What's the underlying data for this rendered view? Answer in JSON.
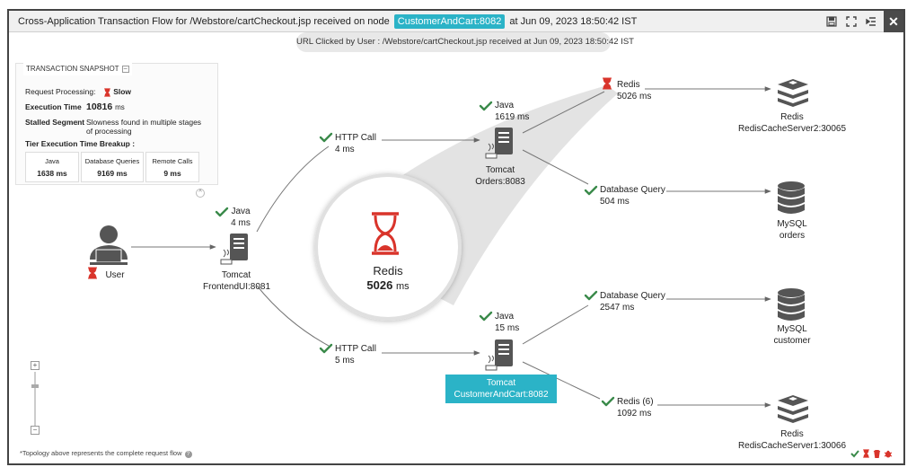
{
  "window": {
    "title_prefix": "Cross-Application Transaction Flow for /Webstore/cartCheckout.jsp received on node",
    "node_badge": "CustomerAndCart:8082",
    "title_suffix": "at Jun 09, 2023 18:50:42 IST",
    "toolbar_icons": [
      "save-icon",
      "expand-icon",
      "indent-icon"
    ],
    "close_label": "✕"
  },
  "url_info": "URL Clicked by User : /Webstore/cartCheckout.jsp received at Jun 09, 2023 18:50:42 IST",
  "snapshot": {
    "title": "TRANSACTION SNAPSHOT",
    "collapse_label": "−",
    "request_label": "Request Processing:",
    "request_value": "Slow",
    "exec_label": "Execution Time",
    "exec_value": "10816",
    "exec_unit": "ms",
    "stalled_label": "Stalled Segment",
    "stalled_sep": ":",
    "stalled_line1": "Slowness found in multiple stages",
    "stalled_line2": "of processing",
    "breakup_label": "Tier Execution Time Breakup :",
    "breakup": [
      {
        "label": "Java",
        "value": "1638 ms"
      },
      {
        "label": "Database Queries",
        "value": "9169 ms"
      },
      {
        "label": "Remote Calls",
        "value": "9 ms"
      }
    ],
    "toggle_label": "^"
  },
  "nodes": {
    "user": "User",
    "tomcat_frontend": {
      "name": "Tomcat",
      "port": "FrontendUI:8081"
    },
    "tomcat_orders": {
      "name": "Tomcat",
      "port": "Orders:8083"
    },
    "tomcat_cart": {
      "name": "Tomcat",
      "port": "CustomerAndCart:8082"
    },
    "redis_server2": {
      "name": "Redis",
      "port": "RedisCacheServer2:30065"
    },
    "mysql_orders": {
      "name": "MySQL",
      "port": "orders"
    },
    "mysql_customer": {
      "name": "MySQL",
      "port": "customer"
    },
    "redis_server1": {
      "name": "Redis",
      "port": "RedisCacheServer1:30066"
    }
  },
  "edges": {
    "java_frontend": {
      "name": "Java",
      "time": "4 ms"
    },
    "http_orders": {
      "name": "HTTP Call",
      "time": "4 ms"
    },
    "java_orders": {
      "name": "Java",
      "time": "1619 ms"
    },
    "redis_orders": {
      "name": "Redis",
      "time": "5026 ms"
    },
    "db_orders": {
      "name": "Database Query",
      "time": "504 ms"
    },
    "http_cart": {
      "name": "HTTP Call",
      "time": "5 ms"
    },
    "java_cart": {
      "name": "Java",
      "time": "15 ms"
    },
    "db_cart": {
      "name": "Database Query",
      "time": "2547 ms"
    },
    "redis_cart": {
      "name": "Redis (6)",
      "time": "1092 ms"
    }
  },
  "zoom_popup": {
    "name": "Redis",
    "value": "5026",
    "unit": "ms"
  },
  "zoom": {
    "plus": "+",
    "minus": "−"
  },
  "footnote": "*Topology above represents the complete request flow",
  "colors": {
    "accent": "#2bb3c7",
    "ok": "#3a8a4a",
    "slow": "#d9342b",
    "icon": "#555555"
  }
}
